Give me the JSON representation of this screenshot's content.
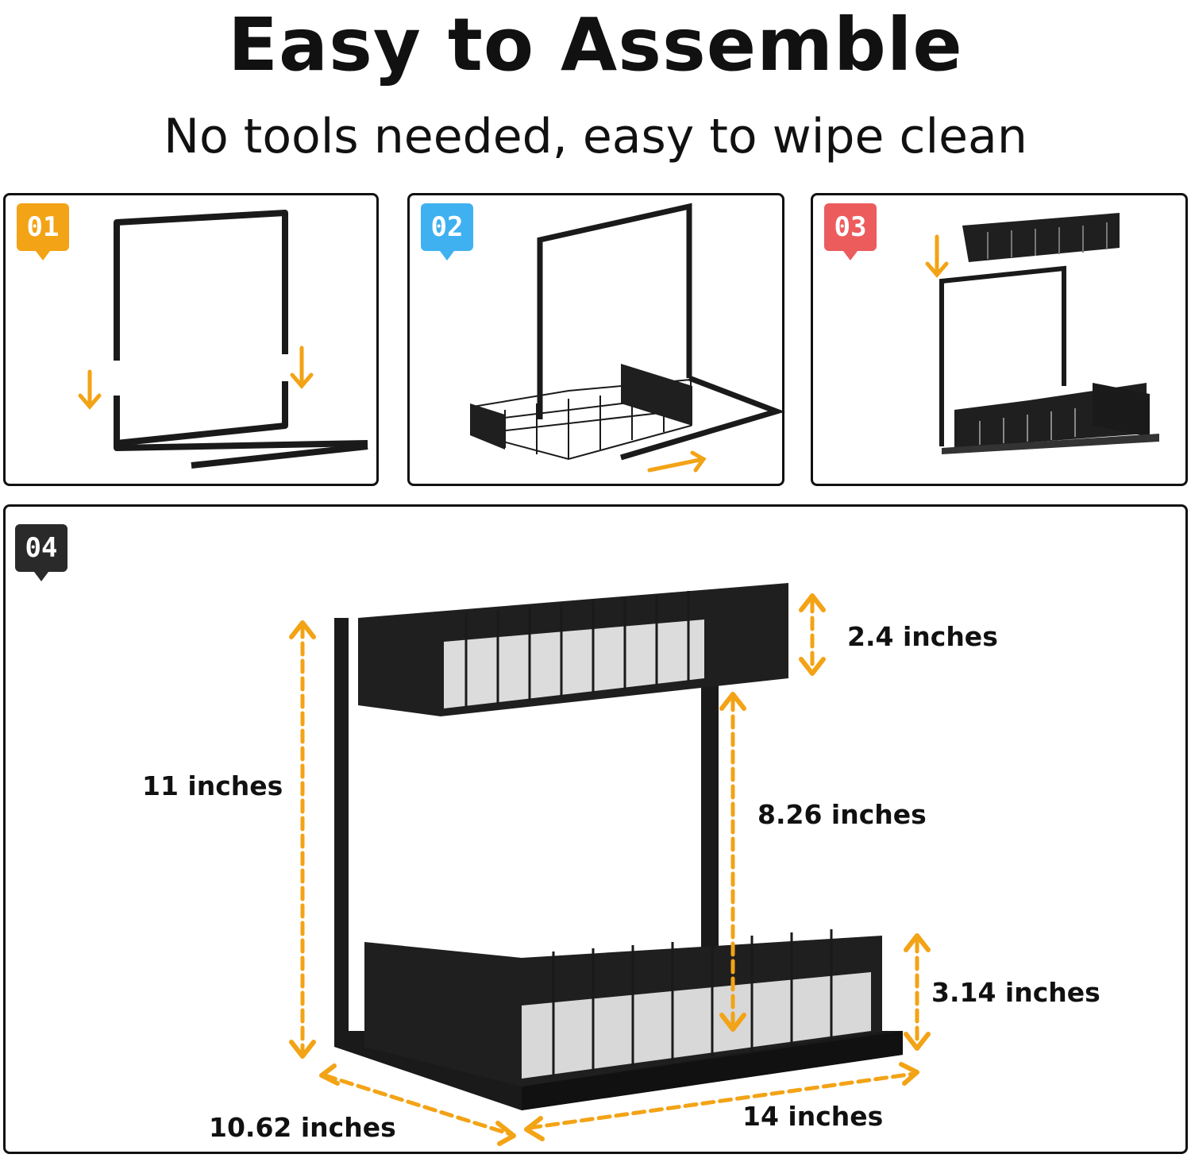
{
  "header": {
    "title": "Easy to Assemble",
    "subtitle": "No tools needed, easy to wipe clean"
  },
  "steps": [
    {
      "number": "01",
      "color": "#f3a316"
    },
    {
      "number": "02",
      "color": "#3fb1f0"
    },
    {
      "number": "03",
      "color": "#ec5c5d"
    },
    {
      "number": "04",
      "color": "#2a2a2a"
    }
  ],
  "dimensions": {
    "top_basket_height": "2.4 inches",
    "total_height": "11 inches",
    "shelf_gap": "8.26 inches",
    "bottom_basket_height": "3.14 inches",
    "depth": "10.62 inches",
    "width": "14 inches"
  },
  "colors": {
    "arrow": "#f3a316",
    "frame": "#1a1a1a",
    "panel_border": "#111111"
  }
}
